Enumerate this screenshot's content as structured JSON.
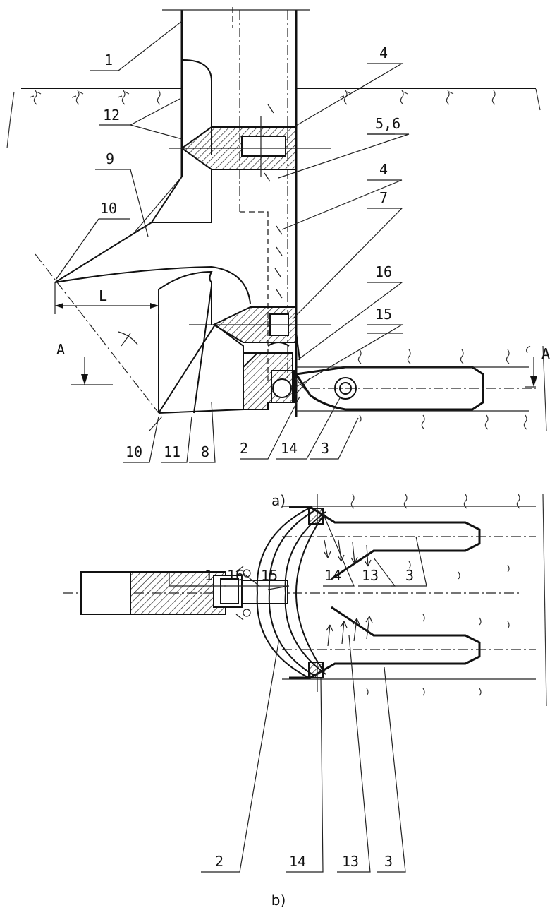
{
  "figure_a": {
    "caption": "a)",
    "labels": {
      "l1": "1",
      "l4a": "4",
      "l56": "5,6",
      "l4b": "4",
      "l7": "7",
      "l12": "12",
      "l9": "9",
      "l10a": "10",
      "l16": "16",
      "l15": "15",
      "lL": "L",
      "lA_left": "A",
      "lA_right": "A",
      "l10b": "10",
      "l11": "11",
      "l8": "8",
      "l2": "2",
      "l14": "14",
      "l3": "3"
    }
  },
  "figure_b": {
    "caption": "b)",
    "labels": {
      "l1": "1",
      "l16": "16",
      "l15": "15",
      "l14a": "14",
      "l13a": "13",
      "l3a": "3",
      "l2": "2",
      "l14b": "14",
      "l13b": "13",
      "l3b": "3"
    }
  }
}
